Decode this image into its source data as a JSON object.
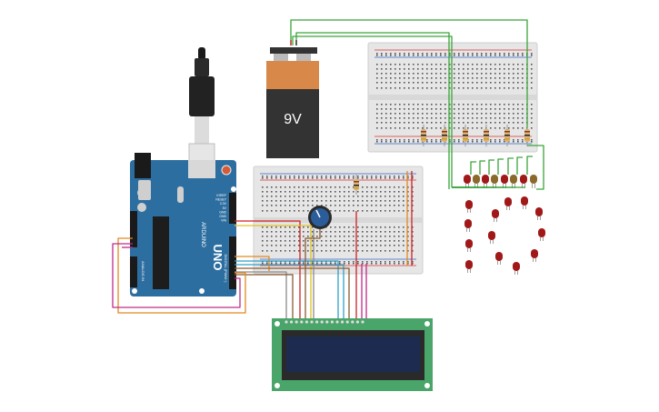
{
  "battery": {
    "label": "9V",
    "color_top": "#d8894a",
    "color_body": "#333333"
  },
  "arduino": {
    "board_text": "UNO",
    "brand_text": "ARDUINO",
    "analog_label": "ANALOG IN",
    "digital_label": "DIGITAL (PWM~)",
    "power_labels": [
      "IOREF",
      "RESET",
      "3.3V",
      "5V",
      "GND",
      "GND",
      "VIN"
    ],
    "color_board": "#2d6ea0"
  },
  "lcd": {
    "color_board": "#4aa56a",
    "color_screen": "#1c2b4f"
  },
  "breadboard_color": "#e8e8e8",
  "wire_colors": {
    "green": "#3aa53a",
    "red": "#d02020",
    "orange": "#e08a20",
    "magenta": "#c02a8a",
    "yellow": "#e0c020",
    "cyan": "#30a0c8",
    "gray": "#8a8a8a",
    "brown": "#8a5a30",
    "black": "#222222"
  },
  "led_color": "#a01818"
}
